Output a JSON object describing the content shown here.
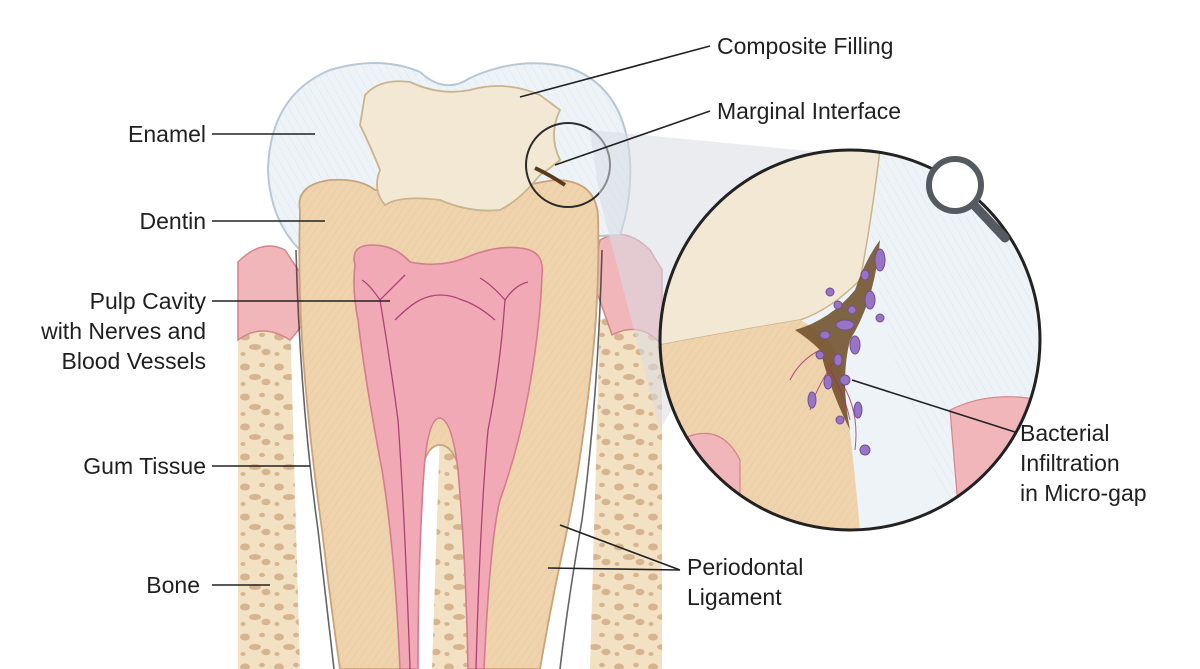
{
  "labels": {
    "enamel": "Enamel",
    "dentin": "Dentin",
    "pulp_line1": "Pulp Cavity",
    "pulp_line2": "with Nerves and",
    "pulp_line3": "Blood Vessels",
    "gum": "Gum Tissue",
    "bone": "Bone",
    "composite": "Composite Filling",
    "marginal": "Marginal Interface",
    "perio_line1": "Periodontal",
    "perio_line2": "Ligament",
    "bact_line1": "Bacterial",
    "bact_line2": "Infiltration",
    "bact_line3": "in Micro-gap"
  },
  "colors": {
    "enamel": "#eef3f8",
    "dentin": "#efd3ad",
    "pulp": "#f2a9b6",
    "gum": "#f1b6ba",
    "bone": "#f3e1c4",
    "bone_pore": "#d8b895",
    "filling": "#f2e8d3",
    "bacteria": "#9a74c4",
    "nerve": "#a0306a"
  },
  "icons": {
    "magnifier": "magnifier-icon"
  }
}
